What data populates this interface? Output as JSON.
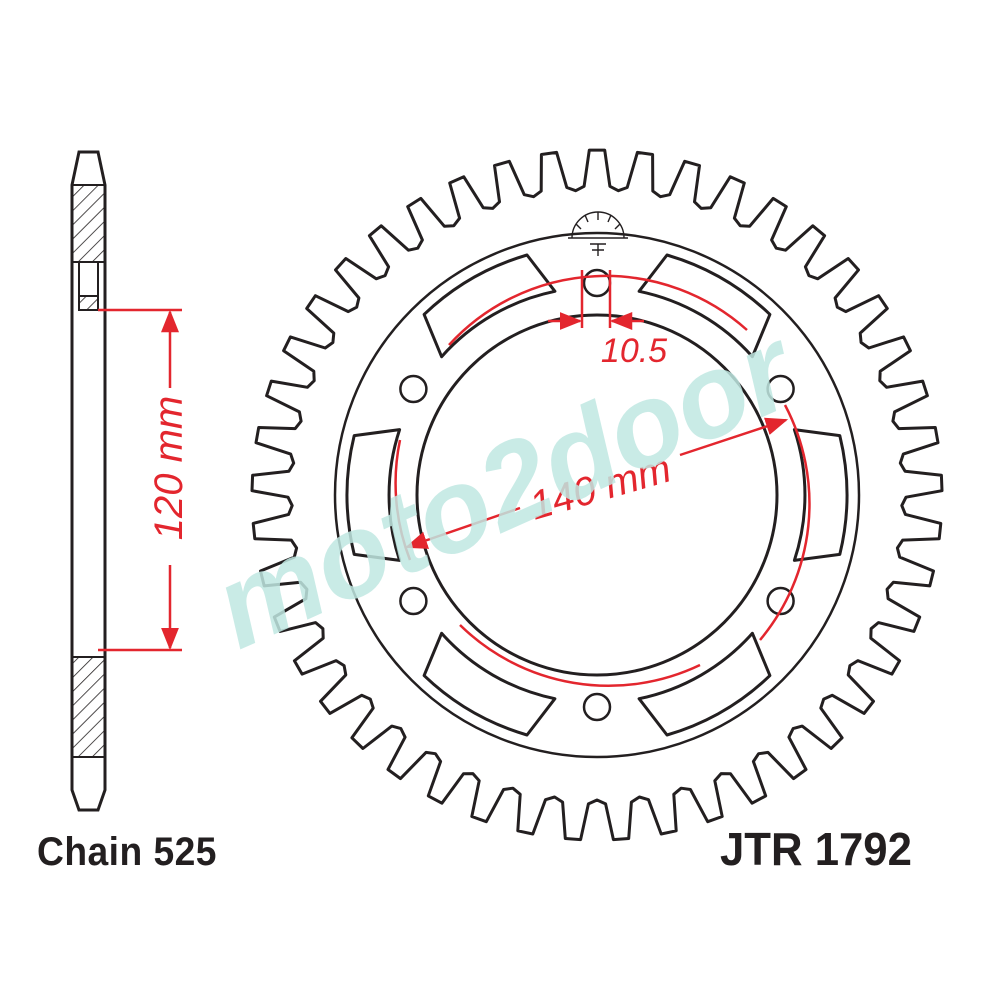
{
  "diagram": {
    "chain_label": "Chain 525",
    "part_number": "JTR 1792",
    "dim_center_bore": "120 mm",
    "dim_bolt_circle": "140 mm",
    "dim_bolt_hole": "10.5",
    "watermark": "moto2door",
    "teeth": 45,
    "bolt_holes": 6,
    "colors": {
      "outline": "#231f20",
      "dimension": "#e3262e",
      "watermark": "#bfe8e2"
    }
  }
}
